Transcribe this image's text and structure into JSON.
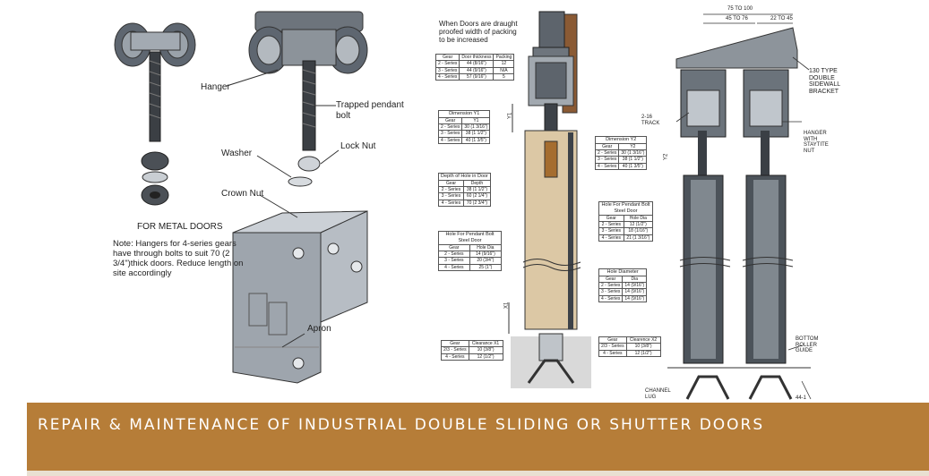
{
  "left_labels": {
    "hanger": "Hanger",
    "trapped_bolt": "Trapped pendant bolt",
    "lock_nut": "Lock Nut",
    "washer": "Washer",
    "crown_nut": "Crown Nut",
    "metal_doors": "FOR METAL DOORS",
    "note": "Note: Hangers for 4-series gears have through bolts to suit 70 (2 3/4\")thick doors. Reduce length on site accordingly",
    "apron": "Apron"
  },
  "middle": {
    "draught_note": "When Doors are draught proofed width of packing to be increased",
    "table_packing": {
      "headers": [
        "Gear",
        "Door thickness",
        "Packing"
      ],
      "rows": [
        [
          "2 - Series",
          "44 (8/16\")",
          "12"
        ],
        [
          "3 - Series",
          "44 (9/16\")",
          "N/A"
        ],
        [
          "4 - Series",
          "57 (9/16\")",
          "5"
        ]
      ]
    },
    "table_y1": {
      "title": "Dimension Y1",
      "headers": [
        "Gear",
        "Y1"
      ],
      "rows": [
        [
          "2 - Series",
          "30 (1 3/16\")"
        ],
        [
          "3 - Series",
          "38 (1 1/2\")"
        ],
        [
          "4 - Series",
          "40 (1 3/5\")"
        ]
      ]
    },
    "table_depth": {
      "title": "Depth of Hole in Door",
      "headers": [
        "Gear",
        "Depth"
      ],
      "rows": [
        [
          "2 - Series",
          "38 (1 1/2\")"
        ],
        [
          "3 - Series",
          "60 (2 1/4\")"
        ],
        [
          "4 - Series",
          "70 (2 3/4\")"
        ]
      ]
    },
    "table_pendant_steel": {
      "title": "Hole For Pendant Bolt Steel Door",
      "headers": [
        "Gear",
        "Hole Dia"
      ],
      "rows": [
        [
          "2 - Series",
          "14 (9/16\")"
        ],
        [
          "3 - Series",
          "20 (3/4\")"
        ],
        [
          "4 - Series",
          "25 (1\")"
        ]
      ]
    },
    "table_x1": {
      "headers": [
        "Gear",
        "Clearance X1"
      ],
      "rows": [
        [
          "2/3 - Series",
          "10 (3/8\")"
        ],
        [
          "4 - Series",
          "12 (1/2\")"
        ]
      ]
    },
    "dim_y1": "Y1",
    "dim_x1": "X1"
  },
  "right_tables": {
    "table_y2": {
      "title": "Dimension Y2",
      "headers": [
        "Gear",
        "Y2"
      ],
      "rows": [
        [
          "2 - Series",
          "30 (1 3/16\")"
        ],
        [
          "3 - Series",
          "38 (1 1/2\")"
        ],
        [
          "4 - Series",
          "40 (1 3/5\")"
        ]
      ]
    },
    "table_pendant_steel2": {
      "title": "Hole For Pendant Bolt Steel Door",
      "headers": [
        "Gear",
        "Hole Dia"
      ],
      "rows": [
        [
          "2 - Series",
          "12 (1/2\")"
        ],
        [
          "3 - Series",
          "18 (1/16\")"
        ],
        [
          "4 - Series",
          "21 (1 3/16\")"
        ]
      ]
    },
    "table_hole_dia": {
      "title": "Hole Diameter",
      "headers": [
        "Gear",
        "Dia"
      ],
      "rows": [
        [
          "2 - Series",
          "14 (9/16\")"
        ],
        [
          "3 - Series",
          "14 (9/16\")"
        ],
        [
          "4 - Series",
          "14 (9/16\")"
        ]
      ]
    },
    "table_x2": {
      "headers": [
        "Gear",
        "Clearence X2"
      ],
      "rows": [
        [
          "2/3 - Series",
          "10 (3/8\")"
        ],
        [
          "4 - Series",
          "12 (1/2\")"
        ]
      ]
    }
  },
  "right_labels": {
    "dim_top": "75 TO 100",
    "dim_45": "45 TO 76",
    "dim_22": "22 TO 45",
    "bracket": "130 TYPE DOUBLE SIDEWALL BRACKET",
    "track": "2-16 TRACK",
    "hanger_staytite": "HANGER WITH STAYTITE NUT",
    "dim_y2": "Y2",
    "bottom_roller": "BOTTOM ROLLER GUIDE",
    "channel_lug": "CHANNEL LUG",
    "part_441": "44-1"
  },
  "banner": {
    "title": "REPAIR & MAINTENANCE OF INDUSTRIAL DOUBLE SLIDING OR SHUTTER DOORS",
    "color": "#b67d38"
  }
}
